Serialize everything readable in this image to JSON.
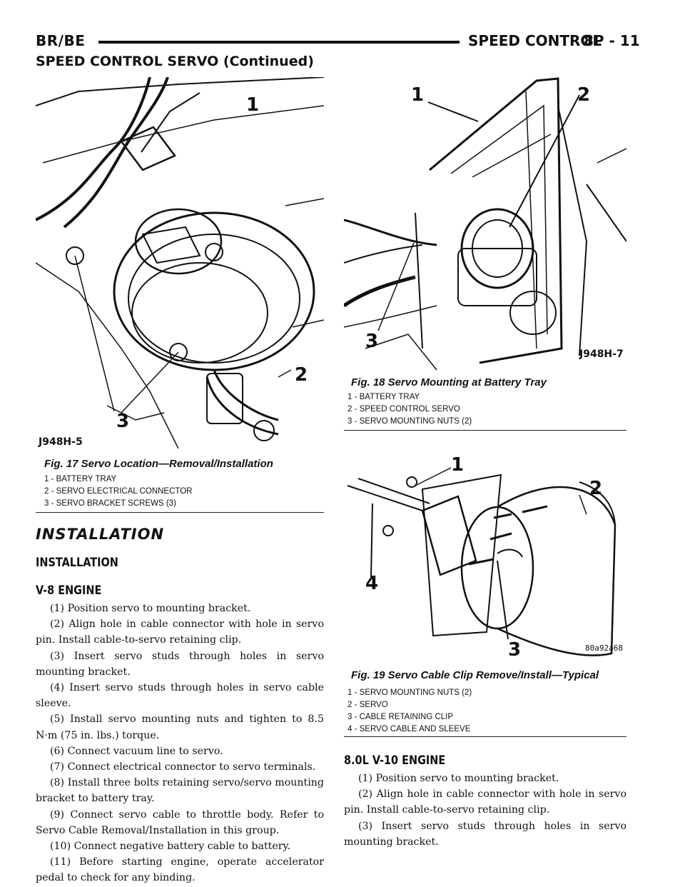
{
  "header": {
    "left": "BR/BE",
    "right": "SPEED CONTROL",
    "page": "8P - 11",
    "continued": "SPEED CONTROL SERVO (Continued)"
  },
  "fig17": {
    "code": "J948H-5",
    "title": "Fig. 17 Servo Location—Removal/Installation",
    "callouts": [
      "1",
      "2",
      "3"
    ],
    "legend": [
      "1 - BATTERY TRAY",
      "2 - SERVO ELECTRICAL CONNECTOR",
      "3 - SERVO BRACKET SCREWS (3)"
    ]
  },
  "fig18": {
    "code": "J948H-7",
    "title": "Fig. 18 Servo Mounting at Battery Tray",
    "callouts": [
      "1",
      "2",
      "3"
    ],
    "legend": [
      "1 - BATTERY TRAY",
      "2 - SPEED CONTROL SERVO",
      "3 - SERVO MOUNTING NUTS (2)"
    ]
  },
  "fig19": {
    "code": "80a92a68",
    "title": "Fig. 19 Servo Cable Clip Remove/Install—Typical",
    "callouts": [
      "1",
      "2",
      "3",
      "4"
    ],
    "legend": [
      "1 - SERVO MOUNTING NUTS (2)",
      "2 - SERVO",
      "3 - CABLE RETAINING CLIP",
      "4 - SERVO CABLE AND SLEEVE"
    ]
  },
  "installation": {
    "heading": "INSTALLATION",
    "subheading": "INSTALLATION",
    "v8": {
      "heading": "V-8 ENGINE",
      "steps": [
        "(1) Position servo to mounting bracket.",
        "(2) Align hole in cable connector with hole in servo pin. Install cable-to-servo retaining clip.",
        "(3) Insert servo studs through holes in servo mounting bracket.",
        "(4) Insert servo studs through holes in servo cable sleeve.",
        "(5) Install servo mounting nuts and tighten to 8.5 N·m (75 in. lbs.) torque.",
        "(6) Connect vacuum line to servo.",
        "(7) Connect electrical connector to servo terminals.",
        "(8) Install three bolts retaining servo/servo mounting bracket to battery tray.",
        "(9) Connect servo cable to throttle body. Refer to Servo Cable Removal/Installation in this group.",
        "(10) Connect negative battery cable to battery.",
        "(11) Before starting engine, operate accelerator pedal to check for any binding."
      ]
    },
    "v10": {
      "heading": "8.0L V-10 ENGINE",
      "steps": [
        "(1) Position servo to mounting bracket.",
        "(2) Align hole in cable connector with hole in servo pin. Install cable-to-servo retaining clip.",
        "(3) Insert servo studs through holes in servo mounting bracket."
      ]
    }
  }
}
